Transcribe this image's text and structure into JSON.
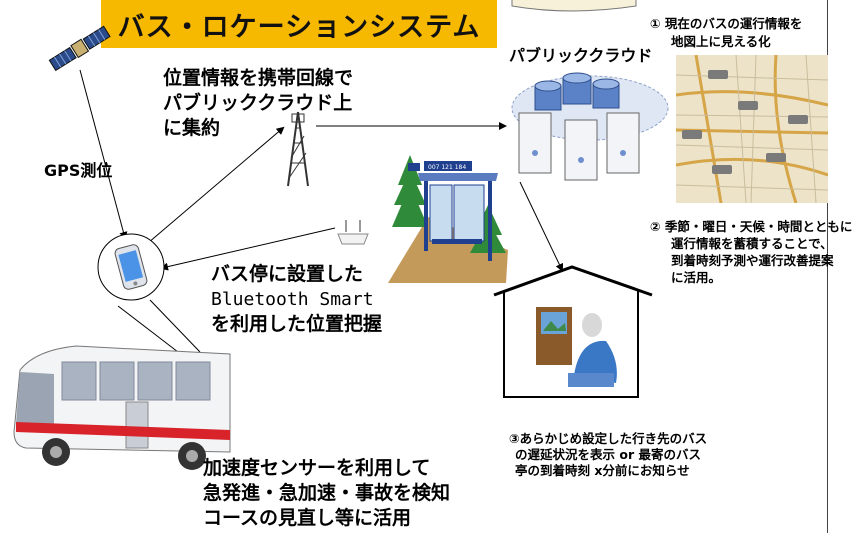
{
  "title": "バス・ロケーションシステム",
  "labels": {
    "gps": "GPS測位",
    "cloud_upload": [
      "位置情報を携帯回線で",
      "パブリッククラウド上",
      "に集約"
    ],
    "public_cloud": "パブリッククラウド",
    "busstop": [
      "バス停に設置した",
      "Bluetooth Smart",
      "を利用した位置把握"
    ],
    "accel": [
      "加速度センサーを利用して",
      "急発進・急加速・事故を検知",
      "コースの見直し等に活用"
    ],
    "point1": [
      "① 現在のバスの運行情報を",
      "地図上に見える化"
    ],
    "point2": [
      "② 季節・曜日・天候・時間とともに",
      "運行情報を蓄積することで、",
      "到着時刻予測や運行改善提案",
      "に活用。"
    ],
    "point3": [
      "③あらかじめ設定した行き先のバス",
      "の遅延状況を表示 or 最寄のバス",
      "亭の到着時刻 x分前にお知らせ"
    ],
    "sign_text": "007 121 184"
  },
  "colors": {
    "title_bg": "#f7b800",
    "bus_stripe": "#d8232a",
    "map_bg": "#e8dcc0",
    "map_roads": "#d9a64a",
    "stop_blue": "#1f3f8f",
    "tree_green": "#2f8a3a"
  },
  "icons": [
    "satellite-icon",
    "radio-tower-icon",
    "server-cluster-icon",
    "smartphone-icon",
    "beacon-icon",
    "bus-stop-icon",
    "bus-icon",
    "house-icon",
    "map-icon"
  ]
}
